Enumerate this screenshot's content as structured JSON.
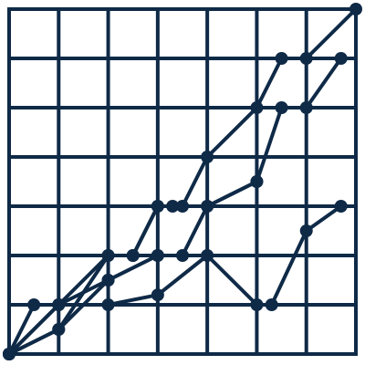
{
  "chart_data": {
    "type": "line",
    "title": "",
    "xlabel": "",
    "ylabel": "",
    "xlim": [
      0,
      7
    ],
    "ylim": [
      0,
      7
    ],
    "grid": true,
    "legend": "none",
    "colors": {
      "stroke": "#0f2a47",
      "background": "#ffffff"
    },
    "series": [
      {
        "points": [
          [
            0,
            0
          ],
          [
            0.5,
            1
          ],
          [
            1,
            1
          ],
          [
            2,
            2
          ],
          [
            2.5,
            2
          ],
          [
            3,
            3
          ],
          [
            3.5,
            3
          ],
          [
            4,
            4
          ],
          [
            5,
            5
          ],
          [
            5.5,
            6
          ],
          [
            6,
            6
          ],
          [
            7,
            7
          ]
        ]
      },
      {
        "points": [
          [
            0,
            0
          ],
          [
            1,
            0.5
          ],
          [
            2,
            1.5
          ],
          [
            3,
            2
          ],
          [
            3.5,
            2
          ],
          [
            4,
            3
          ],
          [
            5,
            3.5
          ],
          [
            5.5,
            5
          ],
          [
            6,
            5
          ],
          [
            6.7,
            6
          ]
        ]
      },
      {
        "points": [
          [
            0,
            0
          ],
          [
            1,
            1
          ],
          [
            2,
            1
          ],
          [
            3,
            1.2
          ],
          [
            4,
            2
          ],
          [
            5,
            1
          ],
          [
            5.3,
            1
          ],
          [
            6,
            2.5
          ],
          [
            6.7,
            3
          ]
        ]
      },
      {
        "points": [
          [
            0,
            0
          ],
          [
            1,
            0.5
          ],
          [
            2,
            2
          ],
          [
            2.5,
            2
          ],
          [
            3,
            3
          ],
          [
            3.3,
            3
          ],
          [
            4,
            3
          ],
          [
            5,
            3.5
          ]
        ]
      },
      {
        "points": [
          [
            0,
            0
          ],
          [
            1,
            1
          ],
          [
            2,
            1.5
          ],
          [
            3,
            2
          ]
        ]
      }
    ]
  }
}
